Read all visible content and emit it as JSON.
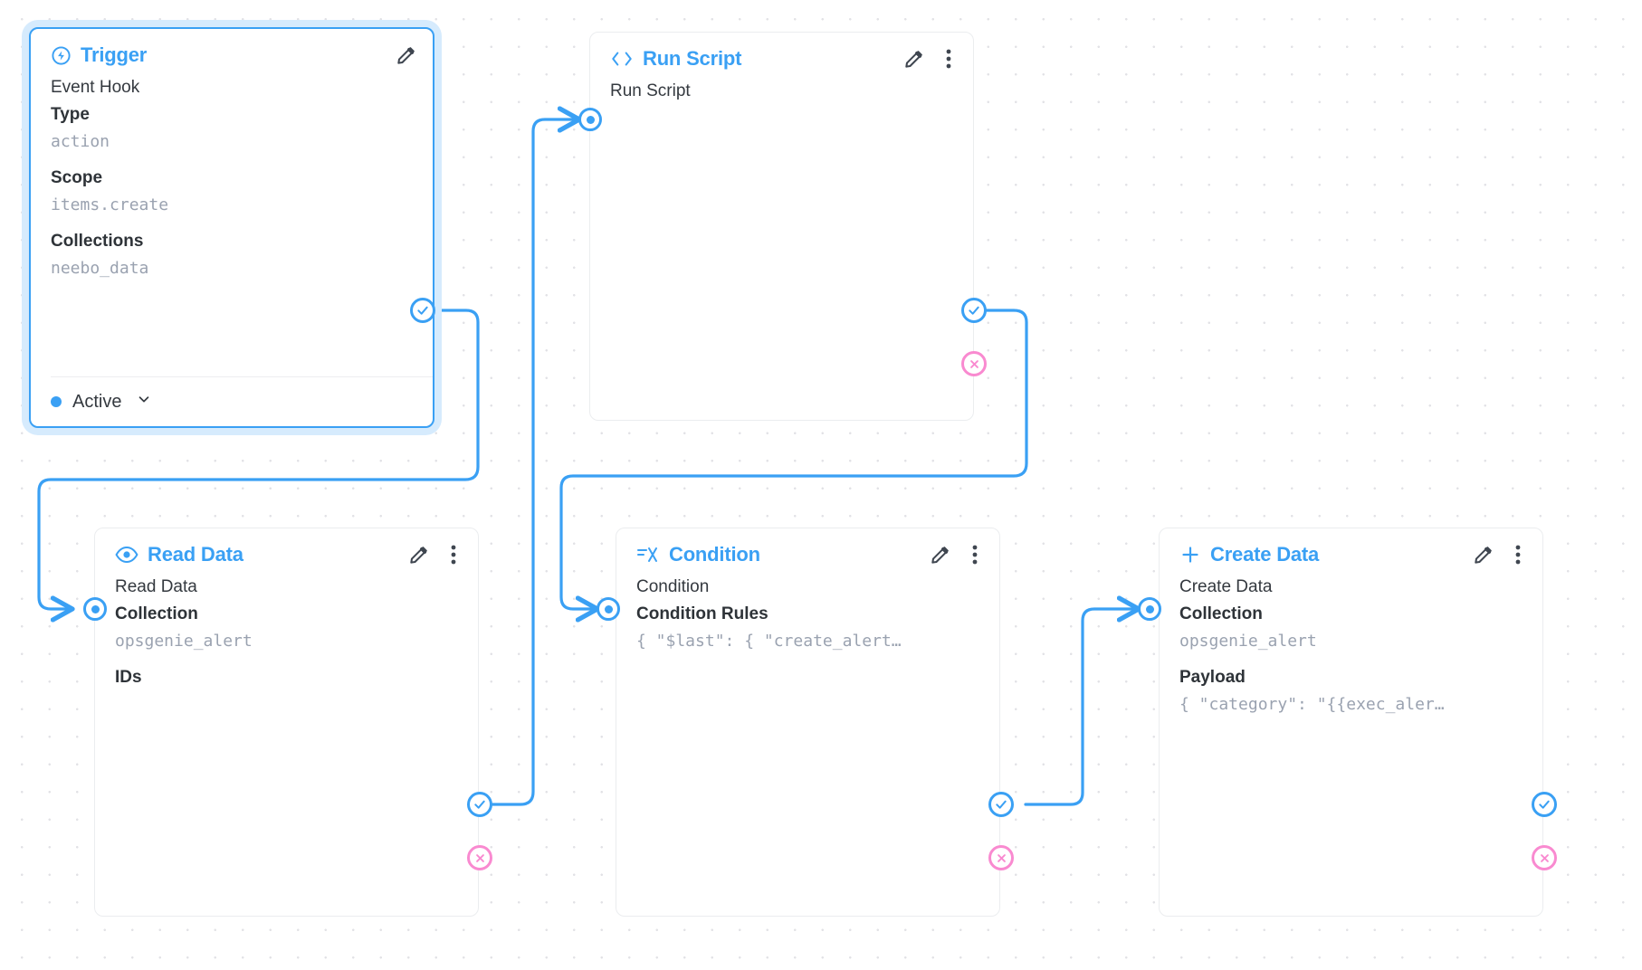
{
  "canvas": {
    "background": "#ffffff",
    "grid_dot_color": "#e2e2e6",
    "accent": "#3aa0f4",
    "error_accent": "#f98ad0",
    "selection_glow": "#d6ebfd"
  },
  "nodes": [
    {
      "id": "trigger",
      "title": "Trigger",
      "icon": "trigger-bolt-icon",
      "selected": true,
      "subtitle": "Event Hook",
      "fields": [
        {
          "label": "Type",
          "value": "action"
        },
        {
          "label": "Scope",
          "value": "items.create"
        },
        {
          "label": "Collections",
          "value": "neebo_data"
        }
      ],
      "status": {
        "label": "Active",
        "color": "#3aa0f4",
        "chevron": "chevron-down-icon"
      },
      "actions": [
        "pencil-icon"
      ]
    },
    {
      "id": "run-script",
      "title": "Run Script",
      "icon": "code-brackets-icon",
      "selected": false,
      "subtitle": "Run Script",
      "fields": [],
      "actions": [
        "pencil-icon",
        "more-vertical-icon"
      ]
    },
    {
      "id": "read-data",
      "title": "Read Data",
      "icon": "eye-icon",
      "selected": false,
      "subtitle": "Read Data",
      "fields": [
        {
          "label": "Collection",
          "value": "opsgenie_alert"
        },
        {
          "label": "IDs",
          "value": ""
        }
      ],
      "actions": [
        "pencil-icon",
        "more-vertical-icon"
      ]
    },
    {
      "id": "condition",
      "title": "Condition",
      "icon": "condition-filter-icon",
      "selected": false,
      "subtitle": "Condition",
      "fields": [
        {
          "label": "Condition Rules",
          "value": "{ \"$last\": { \"create_alert…"
        }
      ],
      "actions": [
        "pencil-icon",
        "more-vertical-icon"
      ]
    },
    {
      "id": "create-data",
      "title": "Create Data",
      "icon": "plus-icon",
      "selected": false,
      "subtitle": "Create Data",
      "fields": [
        {
          "label": "Collection",
          "value": "opsgenie_alert"
        },
        {
          "label": "Payload",
          "value": "{ \"category\": \"{{exec_aler…"
        }
      ],
      "actions": [
        "pencil-icon",
        "more-vertical-icon"
      ]
    }
  ],
  "handles": {
    "success_icon": "check-circle-icon",
    "reject_icon": "x-circle-icon",
    "input_icon": "input-dot-icon"
  }
}
